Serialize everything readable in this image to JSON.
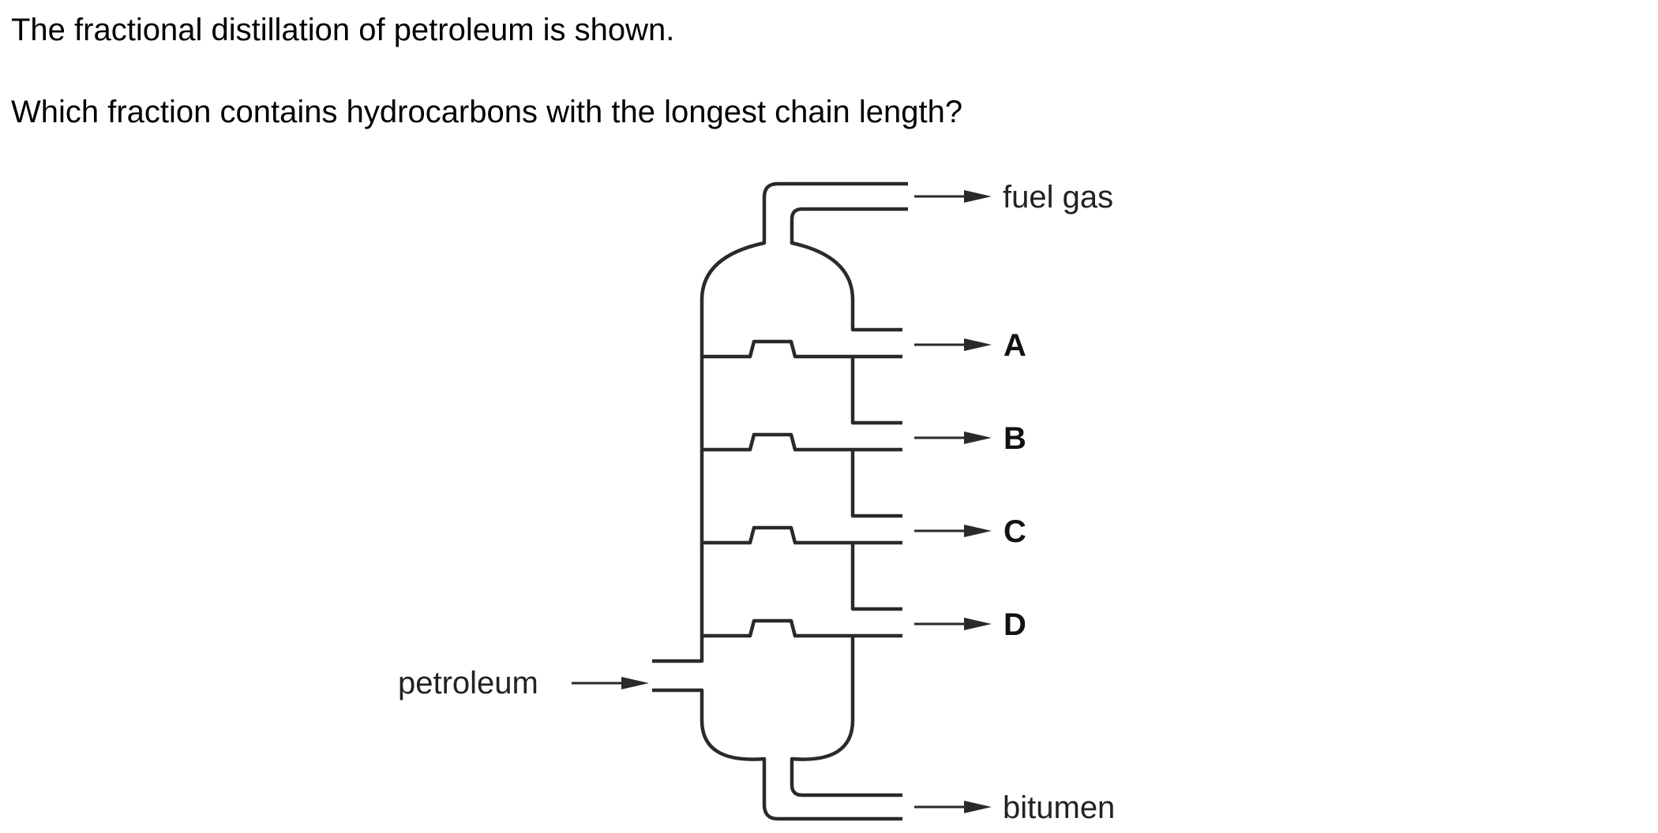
{
  "question": {
    "intro": "The fractional distillation of petroleum is shown.",
    "prompt": "Which fraction contains hydrocarbons with the longest chain length?"
  },
  "diagram": {
    "input_label": "petroleum",
    "top_output_label": "fuel gas",
    "fraction_labels": [
      "A",
      "B",
      "C",
      "D"
    ],
    "bottom_output_label": "bitumen"
  },
  "colors": {
    "line": "#2a2a2a",
    "text": "#000000"
  }
}
